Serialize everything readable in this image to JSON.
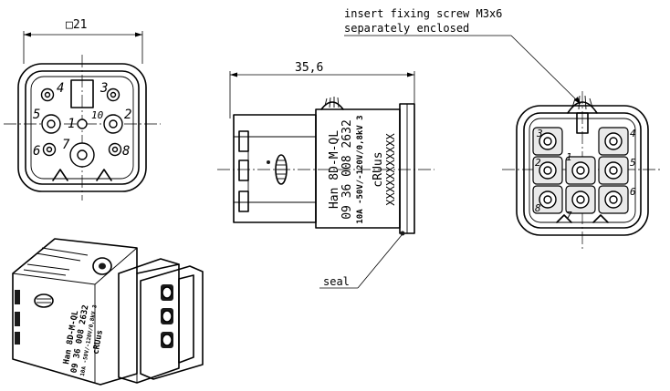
{
  "dimensions": {
    "square_size": "□21",
    "length": "35,6"
  },
  "callouts": {
    "screw_line1": "insert fixing screw M3x6",
    "screw_line2": "separately enclosed",
    "seal": "seal"
  },
  "front_view": {
    "pin_numbers": [
      "4",
      "3",
      "5",
      "1",
      "2",
      "6",
      "7",
      "8"
    ],
    "pe_number": "10"
  },
  "marking": {
    "line1": "Han 8D-M-QL",
    "line2": "09 36 008 2632",
    "line3": "10A -50V/-120V/0,8kV 3",
    "line4": "cRUus",
    "line5": "XXXXXXXXXXX"
  },
  "rear_view": {
    "pin_numbers": [
      "3",
      "4",
      "2",
      "5",
      "1",
      "6",
      "8",
      "7"
    ]
  },
  "iso_view": {
    "line1": "Han 8D-M-QL",
    "line2": "09 36 008 2632",
    "line3": "10A -50V/-120V/0,8kV 3",
    "line4": "cRUus"
  }
}
